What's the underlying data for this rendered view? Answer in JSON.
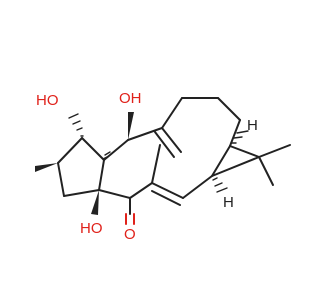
{
  "molecule": {
    "atoms": {
      "oh_upper_left": "HO",
      "oh_top": "OH",
      "oh_lower_left": "HO",
      "ketone_o": "O",
      "h_top_right": "H",
      "h_bottom_right": "H"
    },
    "colors": {
      "bond": "#222222",
      "heteroatom": "#e0221b"
    }
  }
}
